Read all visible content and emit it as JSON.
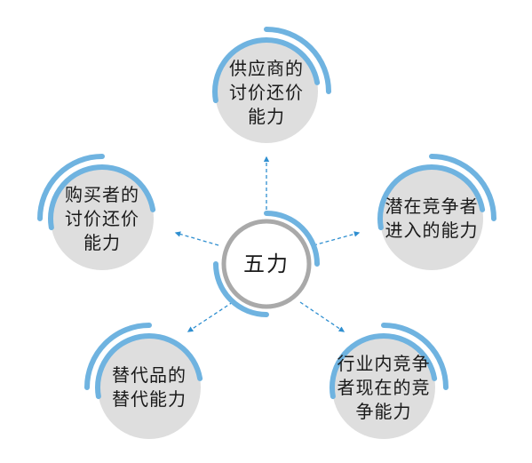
{
  "center": {
    "label": "五力"
  },
  "nodes": [
    {
      "id": "top",
      "label": "供应商的\n讨价还价\n能力"
    },
    {
      "id": "left",
      "label": "购买者的\n讨价还价\n能力"
    },
    {
      "id": "right",
      "label": "潜在竞争者\n进入的能力"
    },
    {
      "id": "bottom-left",
      "label": "替代品的\n替代能力"
    },
    {
      "id": "bottom-right",
      "label": "行业内竞争\n者现在的竞\n争能力"
    }
  ],
  "colors": {
    "ring": "#6fb3e0",
    "arrow": "#2f8fd0",
    "node_fill": "#dedede",
    "center_ring": "#a9a9a9"
  }
}
